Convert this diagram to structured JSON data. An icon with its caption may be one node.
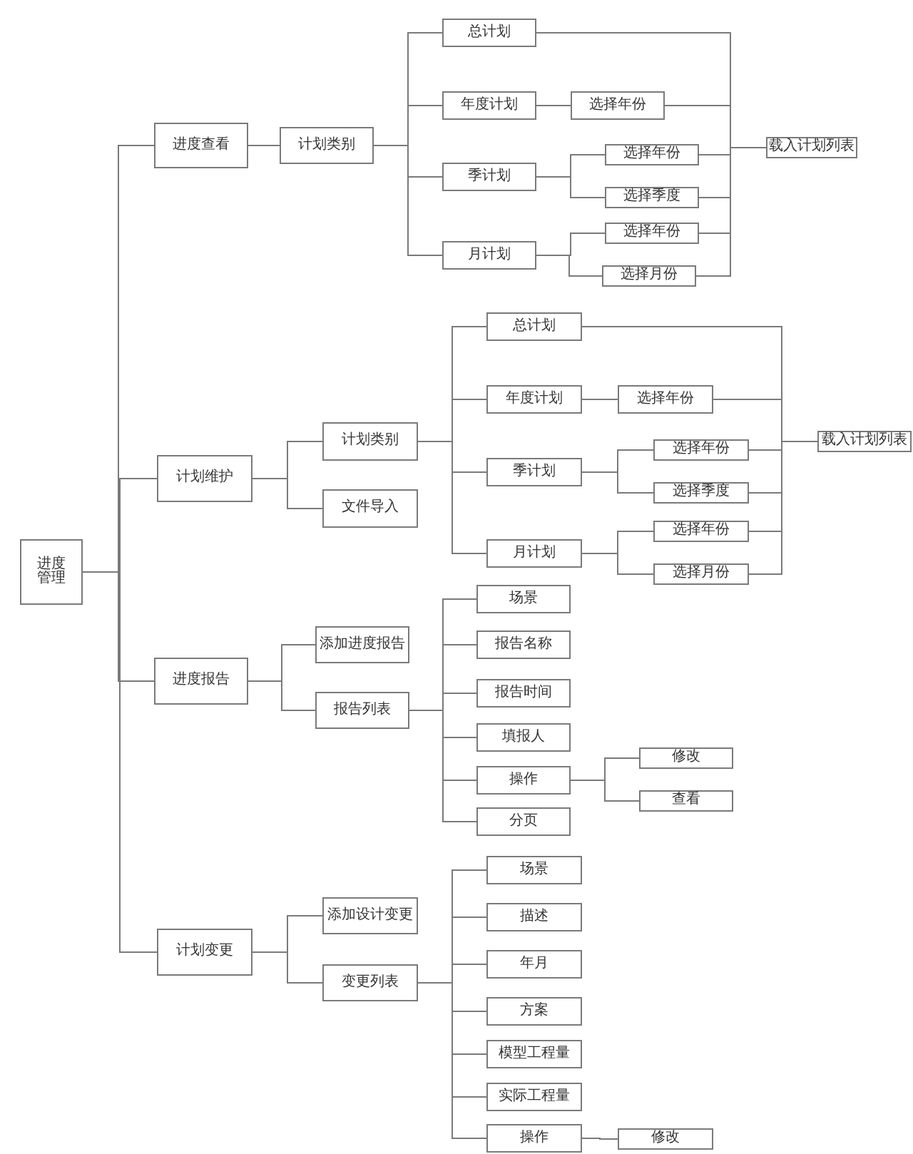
{
  "diagram": {
    "nodes": [
      {
        "text": [
          "进度管理"
        ]
      },
      {
        "text": [
          "进度查看"
        ]
      },
      {
        "text": [
          "计划类别"
        ]
      },
      {
        "text": [
          "总计划"
        ]
      },
      {
        "text": [
          "年度计划"
        ]
      },
      {
        "text": [
          "选择年份"
        ]
      },
      {
        "text": [
          "季计划"
        ]
      },
      {
        "text": [
          "选择年份"
        ]
      },
      {
        "text": [
          "选择季度"
        ]
      },
      {
        "text": [
          "月计划"
        ]
      },
      {
        "text": [
          "选择年份"
        ]
      },
      {
        "text": [
          "选择月份"
        ]
      },
      {
        "text": [
          "载入计划列表"
        ]
      },
      {
        "text": [
          "计划维护"
        ]
      },
      {
        "text": [
          "计划类别"
        ]
      },
      {
        "text": [
          "文件导入"
        ]
      },
      {
        "text": [
          "总计划"
        ]
      },
      {
        "text": [
          "年度计划"
        ]
      },
      {
        "text": [
          "选择年份"
        ]
      },
      {
        "text": [
          "季计划"
        ]
      },
      {
        "text": [
          "选择年份"
        ]
      },
      {
        "text": [
          "选择季度"
        ]
      },
      {
        "text": [
          "月计划"
        ]
      },
      {
        "text": [
          "选择年份"
        ]
      },
      {
        "text": [
          "选择月份"
        ]
      },
      {
        "text": [
          "载入计划列表"
        ]
      },
      {
        "text": [
          "进度报告"
        ]
      },
      {
        "text": [
          "添加进度报告"
        ]
      },
      {
        "text": [
          "报告列表"
        ]
      },
      {
        "text": [
          "场景"
        ]
      },
      {
        "text": [
          "报告名称"
        ]
      },
      {
        "text": [
          "报告时间"
        ]
      },
      {
        "text": [
          "填报人"
        ]
      },
      {
        "text": [
          "操作"
        ]
      },
      {
        "text": [
          "分页"
        ]
      },
      {
        "text": [
          "修改"
        ]
      },
      {
        "text": [
          "查看"
        ]
      },
      {
        "text": [
          "计划变更"
        ]
      },
      {
        "text": [
          "添加设计变更"
        ]
      },
      {
        "text": [
          "变更列表"
        ]
      },
      {
        "text": [
          "场景"
        ]
      },
      {
        "text": [
          "描述"
        ]
      },
      {
        "text": [
          "年月"
        ]
      },
      {
        "text": [
          "方案"
        ]
      },
      {
        "text": [
          "模型工程量"
        ]
      },
      {
        "text": [
          "实际工程量"
        ]
      },
      {
        "text": [
          "操作"
        ]
      },
      {
        "text": [
          "修改"
        ]
      }
    ],
    "edges": [
      {
        "from": 0,
        "to": 1,
        "arrow": "none"
      },
      {
        "from": 1,
        "to": 2,
        "arrow": "none"
      },
      {
        "from": 2,
        "to": 3,
        "arrow": "none"
      },
      {
        "from": 2,
        "to": 4,
        "arrow": "none"
      },
      {
        "from": 2,
        "to": 6,
        "arrow": "none"
      },
      {
        "from": 2,
        "to": 9,
        "arrow": "none"
      },
      {
        "from": 4,
        "to": 5,
        "arrow": "none"
      },
      {
        "from": 6,
        "to": 7,
        "arrow": "none"
      },
      {
        "from": 6,
        "to": 8,
        "arrow": "none"
      },
      {
        "from": 9,
        "to": 10,
        "arrow": "none"
      },
      {
        "from": 9,
        "to": 11,
        "arrow": "none"
      },
      {
        "from": 3,
        "to": 12,
        "arrow": "none"
      },
      {
        "from": 5,
        "to": 12,
        "arrow": "none"
      },
      {
        "from": 7,
        "to": 12,
        "arrow": "none"
      },
      {
        "from": 8,
        "to": 12,
        "arrow": "none"
      },
      {
        "from": 10,
        "to": 12,
        "arrow": "none"
      },
      {
        "from": 11,
        "to": 12,
        "arrow": "none"
      },
      {
        "from": 0,
        "to": 13,
        "arrow": "none"
      },
      {
        "from": 13,
        "to": 14,
        "arrow": "none"
      },
      {
        "from": 13,
        "to": 15,
        "arrow": "none"
      },
      {
        "from": 14,
        "to": 16,
        "arrow": "none"
      },
      {
        "from": 14,
        "to": 17,
        "arrow": "none"
      },
      {
        "from": 14,
        "to": 19,
        "arrow": "none"
      },
      {
        "from": 14,
        "to": 22,
        "arrow": "none"
      },
      {
        "from": 17,
        "to": 18,
        "arrow": "none"
      },
      {
        "from": 19,
        "to": 20,
        "arrow": "none"
      },
      {
        "from": 19,
        "to": 21,
        "arrow": "none"
      },
      {
        "from": 22,
        "to": 23,
        "arrow": "none"
      },
      {
        "from": 22,
        "to": 24,
        "arrow": "none"
      },
      {
        "from": 16,
        "to": 25,
        "arrow": "none"
      },
      {
        "from": 18,
        "to": 25,
        "arrow": "none"
      },
      {
        "from": 20,
        "to": 25,
        "arrow": "none"
      },
      {
        "from": 21,
        "to": 25,
        "arrow": "none"
      },
      {
        "from": 23,
        "to": 25,
        "arrow": "none"
      },
      {
        "from": 24,
        "to": 25,
        "arrow": "none"
      },
      {
        "from": 0,
        "to": 26,
        "arrow": "none"
      },
      {
        "from": 26,
        "to": 27,
        "arrow": "none"
      },
      {
        "from": 26,
        "to": 28,
        "arrow": "none"
      },
      {
        "from": 28,
        "to": 29,
        "arrow": "none"
      },
      {
        "from": 28,
        "to": 30,
        "arrow": "none"
      },
      {
        "from": 28,
        "to": 31,
        "arrow": "none"
      },
      {
        "from": 28,
        "to": 32,
        "arrow": "none"
      },
      {
        "from": 28,
        "to": 33,
        "arrow": "none"
      },
      {
        "from": 28,
        "to": 34,
        "arrow": "none"
      },
      {
        "from": 33,
        "to": 35,
        "arrow": "none"
      },
      {
        "from": 33,
        "to": 36,
        "arrow": "none"
      },
      {
        "from": 0,
        "to": 37,
        "arrow": "none"
      },
      {
        "from": 37,
        "to": 38,
        "arrow": "none"
      },
      {
        "from": 37,
        "to": 39,
        "arrow": "none"
      },
      {
        "from": 39,
        "to": 40,
        "arrow": "none"
      },
      {
        "from": 39,
        "to": 41,
        "arrow": "none"
      },
      {
        "from": 39,
        "to": 42,
        "arrow": "none"
      },
      {
        "from": 39,
        "to": 43,
        "arrow": "none"
      },
      {
        "from": 39,
        "to": 44,
        "arrow": "none"
      },
      {
        "from": 39,
        "to": 45,
        "arrow": "none"
      },
      {
        "from": 39,
        "to": 46,
        "arrow": "none"
      },
      {
        "from": 46,
        "to": 47,
        "arrow": "none"
      }
    ]
  }
}
